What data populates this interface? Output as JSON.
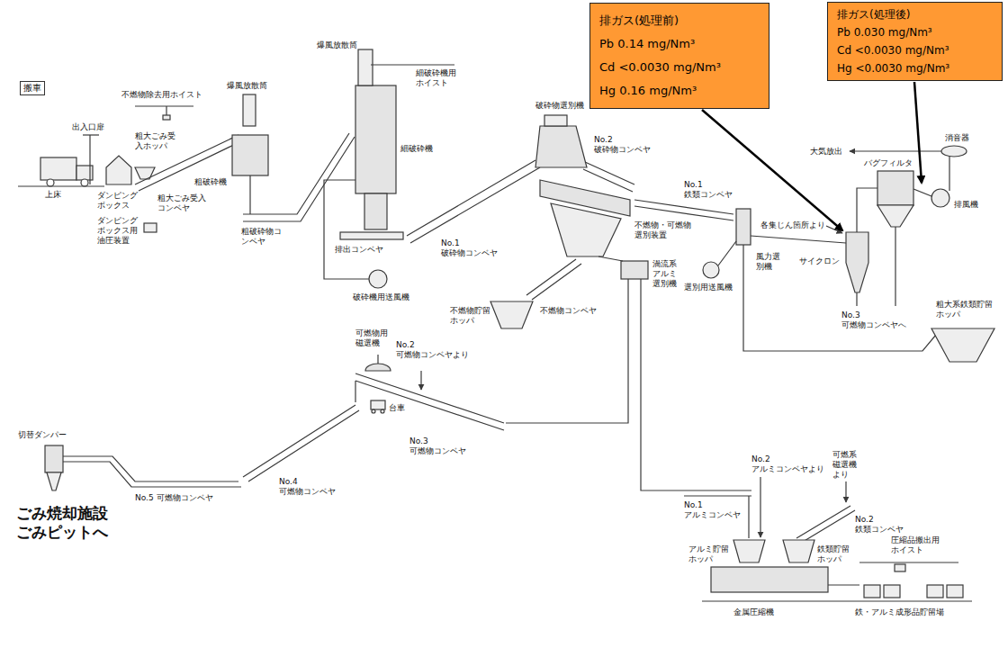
{
  "diagram": {
    "nodes": [
      {
        "text": [
          "排ガス(処理前)",
          "Pb 0.14 mg/Nm³",
          "Cd <0.0030 mg/Nm³",
          "Hg 0.16 mg/Nm³"
        ]
      },
      {
        "text": [
          "排ガス(処理後)",
          "Pb 0.030 mg/Nm³",
          "Cd <0.0030 mg/Nm³",
          "Hg <0.0030 mg/Nm³"
        ]
      }
    ],
    "labels": [
      "搬車",
      "上床",
      "出入口扉",
      "ダンピングボックス",
      "ダンピングボックス用油圧装置",
      "不燃物除去用ホイスト",
      "粗大ごみ受入ホッパ",
      "粗大ごみ受入コンベヤ",
      "爆風放散筒",
      "粗破砕機",
      "粗破砕物コンベヤ",
      "爆風放散筒",
      "細破砕機用ホイスト",
      "細破砕機",
      "排出コンベヤ",
      "No.1 破砕物コンベヤ",
      "破砕機用送風機",
      "破砕物選別機",
      "No.2 破砕物コンベヤ",
      "不燃物・可燃物選別装置",
      "不燃物コンベヤ",
      "不燃物貯留ホッパ",
      "渦流系アルミ選別機",
      "No.1 鉄類コンベヤ",
      "風力選別機",
      "選別用送風機",
      "サイクロン",
      "各集じん箇所より",
      "バグフィルタ",
      "排風機",
      "消音器",
      "大気放出",
      "No.3 可燃物コンベヤへ",
      "粗大系鉄類貯留ホッパ",
      "No.2 可燃物コンベヤより",
      "可燃物用磁選機",
      "台車",
      "No.3 可燃物コンベヤ",
      "No.4 可燃物コンベヤ",
      "No.5 可燃物コンベヤ",
      "切替ダンパー",
      "ごみ焼却施設 ごみピットへ",
      "No.1 アルミコンベヤ",
      "No.2 アルミコンベヤより",
      "可燃系磁選機より",
      "No.2 鉄類コンベヤ",
      "アルミ貯留ホッパ",
      "鉄類貯留ホッパ",
      "金属圧縮機",
      "圧縮品搬出用ホイスト",
      "鉄・アルミ成形品貯留場"
    ]
  }
}
